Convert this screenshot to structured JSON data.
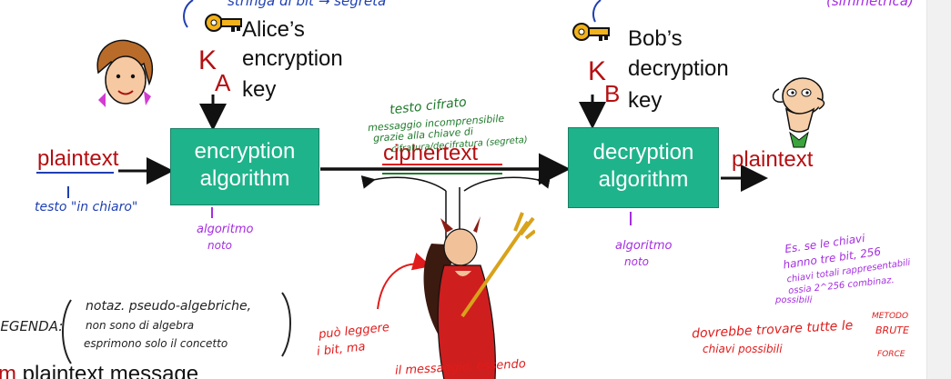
{
  "diagram": {
    "alice_key_label": [
      "Alice’s",
      "encryption",
      "key"
    ],
    "bob_key_label": [
      "Bob’s",
      "decryption",
      "key"
    ],
    "key_a": {
      "letter": "K",
      "subscript": "A"
    },
    "key_b": {
      "letter": "K",
      "subscript": "B"
    },
    "plaintext_left": "plaintext",
    "plaintext_right": "plaintext",
    "ciphertext": "ciphertext",
    "encryption_box": [
      "encryption",
      "algorithm"
    ],
    "decryption_box": [
      "decryption",
      "algorithm"
    ],
    "bottom_cut_text": "m plaintext message",
    "colors": {
      "box": "#1fb38b",
      "label_red": "#b50f12",
      "line_blue": "#1f3fb2"
    }
  },
  "annotations": {
    "top_left": "stringa di bit → segreta",
    "top_right": "(simmetrica)",
    "testo_cifrato": "testo cifrato",
    "incomprensibile": [
      "messaggio incomprensibile",
      "grazie alla chiave di",
      "cifratura/decifratura (segreta)"
    ],
    "testo_in_chiaro": "testo \"in chiaro\"",
    "algoritmo_noto_left": [
      "algoritmo",
      "noto"
    ],
    "algoritmo_noto_right": [
      "algoritmo",
      "noto"
    ],
    "legenda_label": "LEGENDA:",
    "legenda_lines": [
      "notaz. pseudo-algebriche,",
      "non sono di algebra",
      "esprimono solo il concetto"
    ],
    "puo_leggere": [
      "può leggere",
      "i bit, ma",
      "il messaggio, essendo"
    ],
    "esempio_chiavi": [
      "Es. se le chiavi",
      "hanno tre bit, 256",
      "chiavi totali rappresentabili",
      "ossia 2^256 combinaz.",
      "possibili"
    ],
    "dovrebbe": [
      "dovrebbe trovare tutte le",
      "chiavi possibili"
    ],
    "metodo": [
      "METODO",
      "BRUTE",
      "FORCE"
    ]
  },
  "icons": [
    "alice-face-icon",
    "bob-face-icon",
    "key-icon",
    "trudy-devil-icon"
  ]
}
